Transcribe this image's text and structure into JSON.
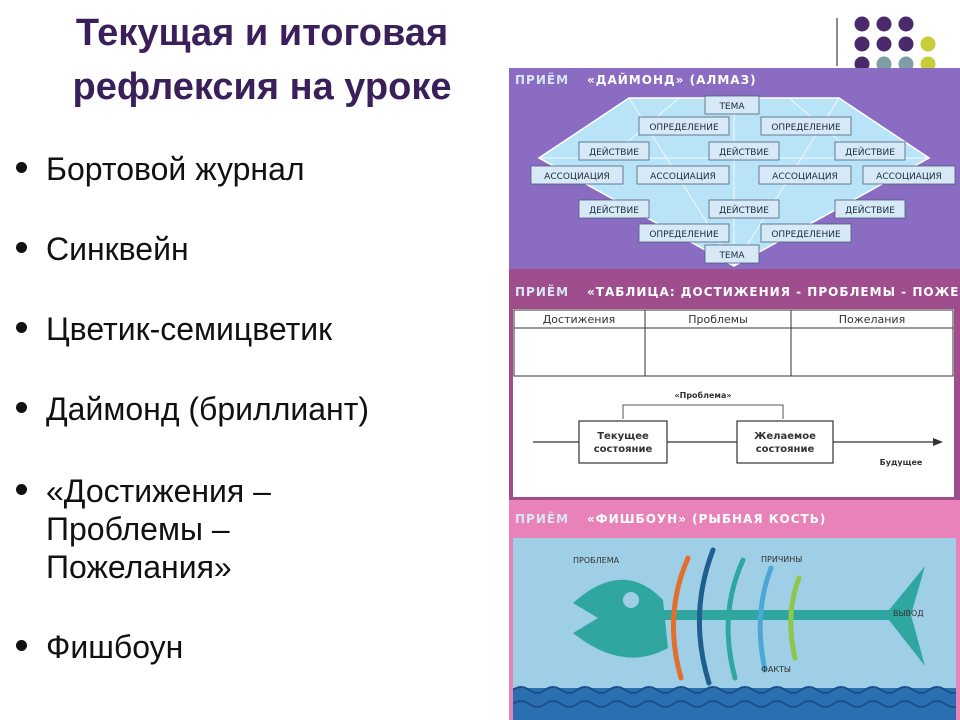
{
  "slide": {
    "title_line1": "Текущая и итоговая",
    "title_line2": "рефлексия на уроке",
    "bullets": [
      "Бортовой журнал",
      "Синквейн",
      "Цветик-семицветик",
      "Даймонд (бриллиант)",
      "«Достижения –",
      "Проблемы –",
      "Пожелания»",
      "Фишбоун"
    ]
  },
  "decor": {
    "dot_colors": [
      "#4a2a6b",
      "#7e9ea6",
      "#c7cd3a"
    ]
  },
  "diamond_panel": {
    "prefix": "ПРИЁМ",
    "heading": "«ДАЙМОНД» (АЛМАЗ)",
    "labels": {
      "tema": "ТЕМА",
      "opredelenie": "ОПРЕДЕЛЕНИЕ",
      "deistvie": "ДЕЙСТВИЕ",
      "associaciya": "АССОЦИАЦИЯ"
    },
    "colors": {
      "background": "#8a6cc2",
      "box": "#d7e9f7",
      "gem": "#b9e3f6"
    }
  },
  "table_panel": {
    "prefix": "ПРИЁМ",
    "heading": "«ТАБЛИЦА: ДОСТИЖЕНИЯ - ПРОБЛЕМЫ - ПОЖЕЛАНИЯ»",
    "columns": [
      "Достижения",
      "Проблемы",
      "Пожелания"
    ],
    "problem_label": "«Проблема»",
    "current_state": [
      "Текущее",
      "состояние"
    ],
    "desired_state": [
      "Желаемое",
      "состояние"
    ],
    "future_label": "Будущее"
  },
  "fish_panel": {
    "prefix": "ПРИЁМ",
    "heading": "«ФИШБОУН» (РЫБНАЯ КОСТЬ)",
    "labels": {
      "problem": "ПРОБЛЕМА",
      "causes": "ПРИЧИНЫ",
      "conclusion": "ВЫВОД",
      "facts": "ФАКТЫ"
    },
    "colors": {
      "water": "#9fcfe6",
      "fish": "#2fa7a0",
      "sea": "#2a6fb0"
    }
  }
}
